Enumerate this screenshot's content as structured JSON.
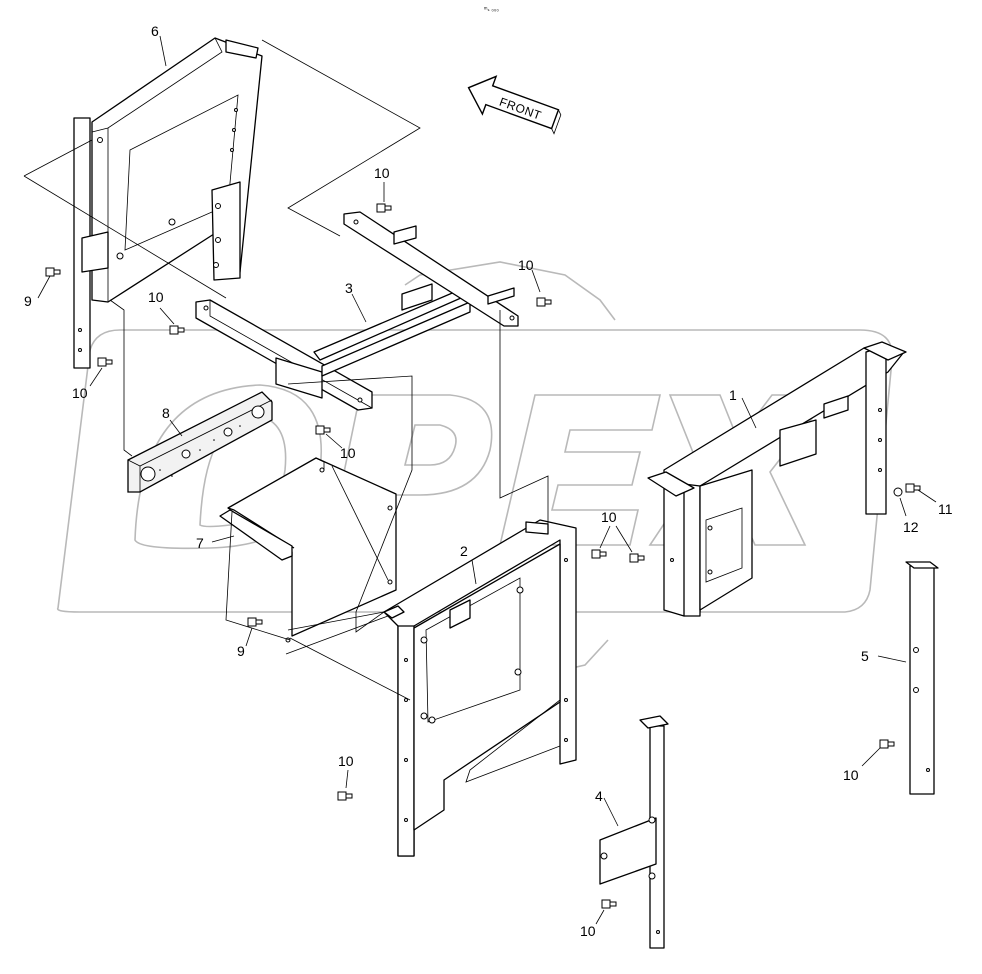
{
  "diagram": {
    "header_mark": "ᵐₛ ₀₀₀",
    "front_arrow_label": "FRONT",
    "watermark_text": "OPEX",
    "callouts": {
      "c1": "1",
      "c2": "2",
      "c3": "3",
      "c4": "4",
      "c5": "5",
      "c6": "6",
      "c7": "7",
      "c8": "8",
      "c9a": "9",
      "c9b": "9",
      "c10a": "10",
      "c10b": "10",
      "c10c": "10",
      "c10d": "10",
      "c10e": "10",
      "c10f": "10",
      "c10g": "10",
      "c10h": "10",
      "c10i": "10",
      "c11": "11",
      "c12": "12"
    }
  }
}
